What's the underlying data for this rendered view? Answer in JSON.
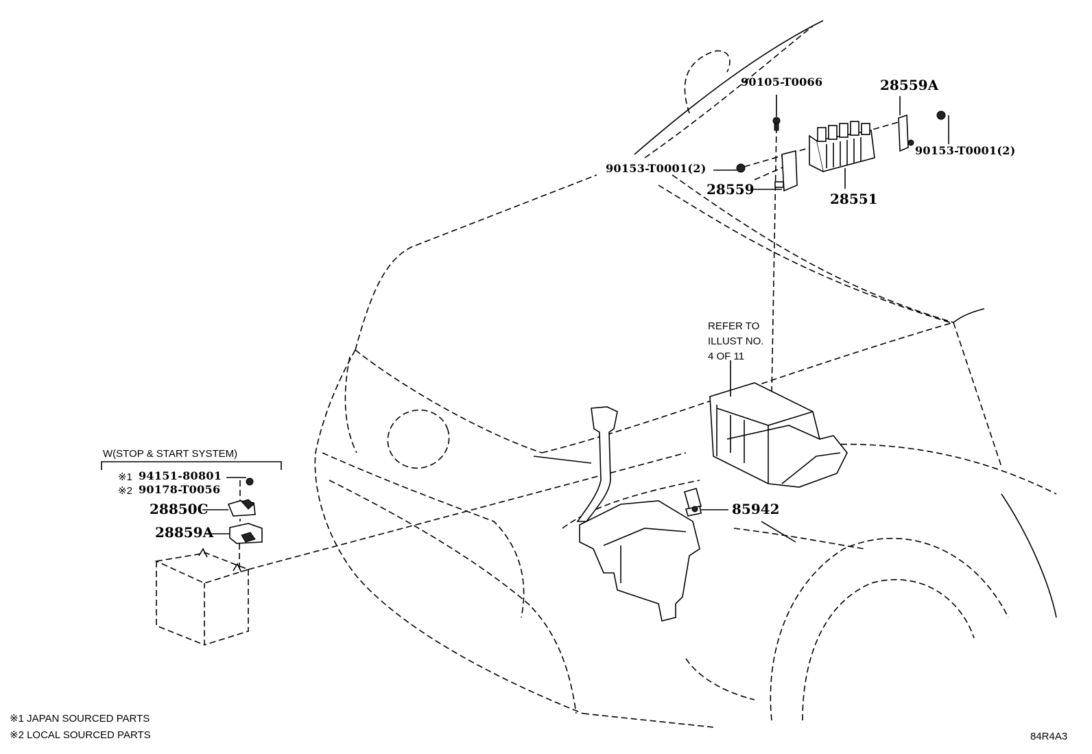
{
  "labels": {
    "bolt_top": "90105-T0066",
    "bracket_a": "28559A",
    "screw_left": "90153-T0001(2)",
    "screw_right": "90153-T0001(2)",
    "bracket": "28559",
    "relay_block": "28551",
    "refer_line1": "REFER TO",
    "refer_line2": "ILLUST NO.",
    "refer_line3": "4 OF 11",
    "variant_header": "W(STOP & START SYSTEM)",
    "mark1_symbol": "※1",
    "mark1_part": "94151-80801",
    "mark2_symbol": "※2",
    "mark2_part": "90178-T0056",
    "sensor": "28850C",
    "sensor_bracket": "28859A",
    "relay_85942": "85942"
  },
  "legend": {
    "note1": "※1 JAPAN SOURCED PARTS",
    "note2": "※2 LOCAL SOURCED PARTS"
  },
  "figure_code": "84R4A3"
}
